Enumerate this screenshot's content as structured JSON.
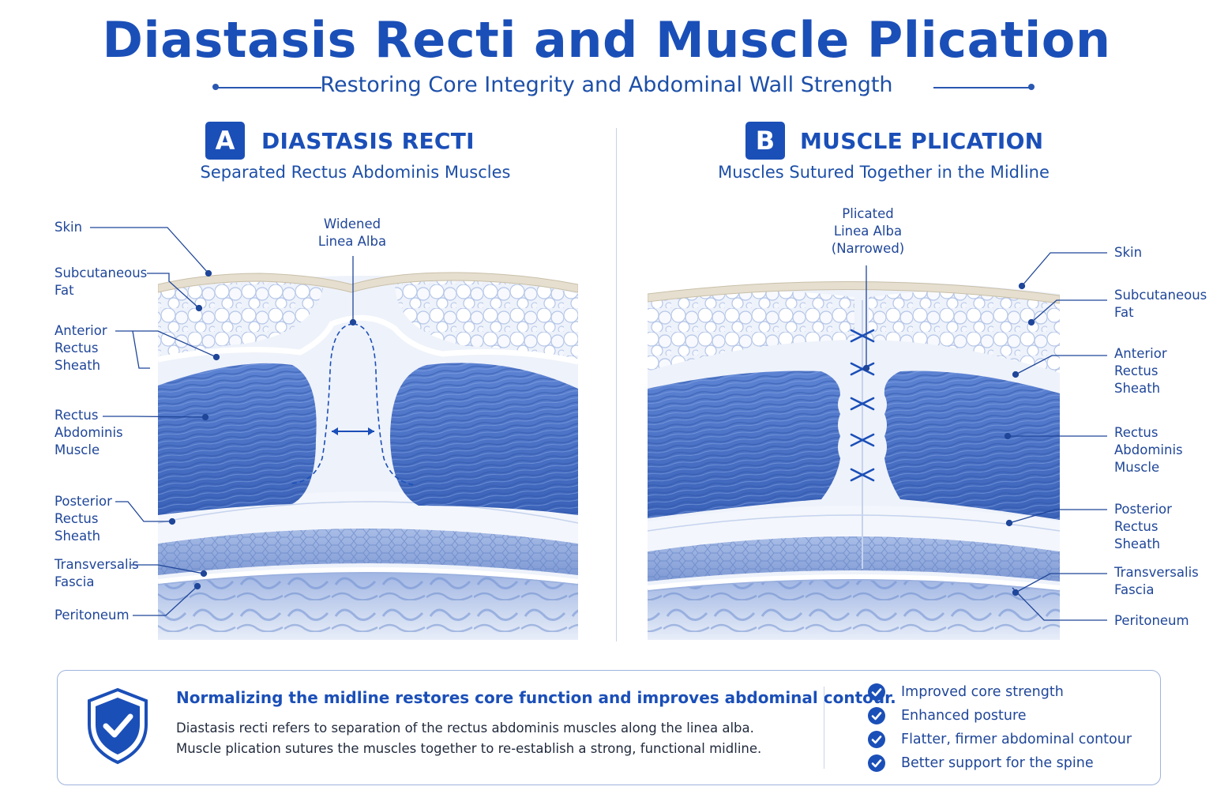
{
  "title": "Diastasis Recti and Muscle Plication",
  "subtitle": "Restoring Core Integrity and Abdominal Wall Strength",
  "panel_a": {
    "badge": "A",
    "title": "DIASTASIS RECTI",
    "subtitle": "Separated Rectus Abdominis Muscles",
    "midline_label": "Widened\nLinea Alba",
    "labels": {
      "skin": "Skin",
      "fat": "Subcutaneous\nFat",
      "anterior_sheath": "Anterior\nRectus\nSheath",
      "rectus": "Rectus\nAbdominis\nMuscle",
      "posterior_sheath": "Posterior\nRectus\nSheath",
      "transversalis": "Transversalis\nFascia",
      "peritoneum": "Peritoneum"
    }
  },
  "panel_b": {
    "badge": "B",
    "title": "MUSCLE PLICATION",
    "subtitle": "Muscles Sutured Together in the Midline",
    "midline_label": "Plicated\nLinea Alba\n(Narrowed)",
    "labels": {
      "skin": "Skin",
      "fat": "Subcutaneous\nFat",
      "anterior_sheath": "Anterior\nRectus\nSheath",
      "rectus": "Rectus\nAbdominis\nMuscle",
      "posterior_sheath": "Posterior\nRectus\nSheath",
      "transversalis": "Transversalis\nFascia",
      "peritoneum": "Peritoneum"
    }
  },
  "footer": {
    "headline": "Normalizing the midline restores core function and improves abdominal contour.",
    "body": "Diastasis recti refers to separation of the rectus abdominis muscles along the linea alba. Muscle plication sutures the muscles together to re-establish a strong, functional midline.",
    "benefits": [
      "Improved core strength",
      "Enhanced posture",
      "Flatter, firmer abdominal contour",
      "Better support for the spine"
    ]
  },
  "colors": {
    "brand_blue": "#1b4fb8",
    "muscle_blue": "#4a72c9",
    "fat_white": "#f4f7fd",
    "sheath": "#e9eef8",
    "skin_tan": "#e4dccc"
  },
  "icons": [
    "shield-check-icon",
    "check-circle-icon",
    "suture-icon",
    "double-arrow-icon"
  ]
}
